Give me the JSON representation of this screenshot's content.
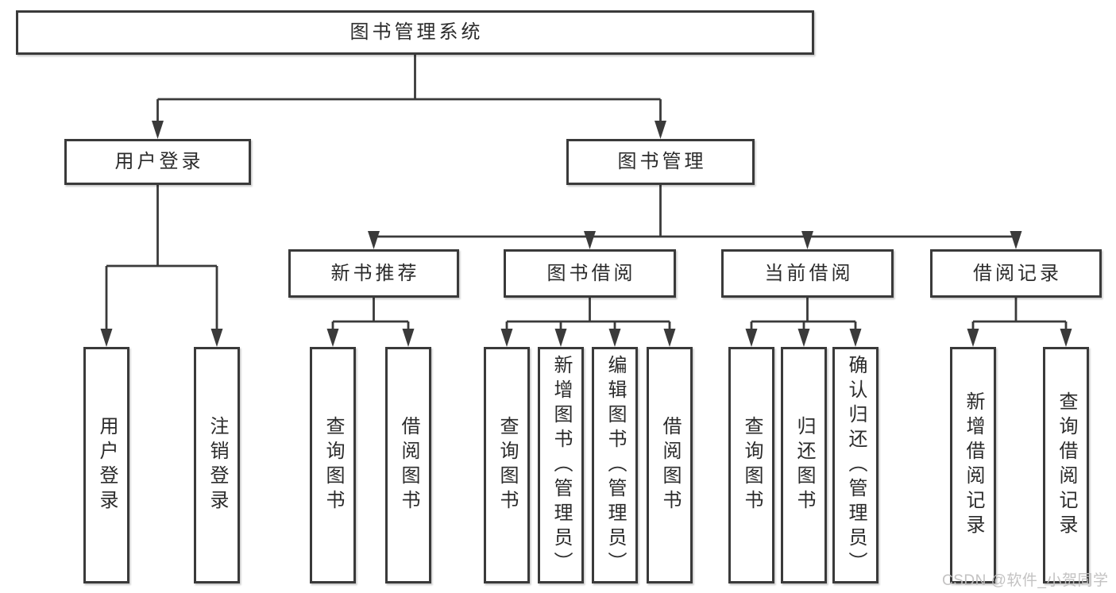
{
  "diagram": {
    "root": "图书管理系统",
    "level2": [
      "用户登录",
      "图书管理"
    ],
    "level3": [
      "新书推荐",
      "图书借阅",
      "当前借阅",
      "借阅记录"
    ],
    "leaves": [
      "用户登录",
      "注销登录",
      "查询图书",
      "借阅图书",
      "查询图书",
      "新增图书（管理员）",
      "编辑图书（管理员）",
      "借阅图书",
      "查询图书",
      "归还图书",
      "确认归还（管理员）",
      "新增借阅记录",
      "查询借阅记录"
    ]
  },
  "watermark": "CSDN @软件_小贺同学",
  "colors": {
    "line": "#3a3a3a",
    "text": "#2b2b2b",
    "background": "#ffffff",
    "watermark": "#c0bfbf"
  }
}
